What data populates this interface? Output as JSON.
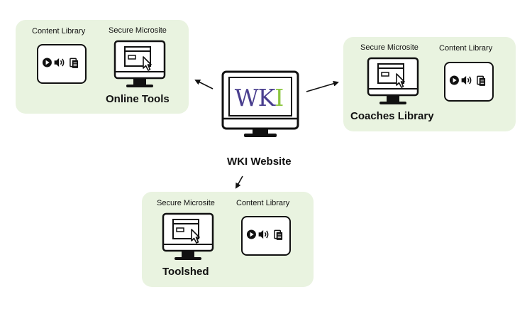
{
  "hub": {
    "logo_text": "WKI",
    "label": "WKI Website"
  },
  "groups": [
    {
      "title": "Online Tools",
      "content_library": "Content Library",
      "secure_microsite": "Secure Microsite"
    },
    {
      "title": "Coaches Library",
      "content_library": "Content Library",
      "secure_microsite": "Secure Microsite"
    },
    {
      "title": "Toolshed",
      "content_library": "Content Library",
      "secure_microsite": "Secure Microsite"
    }
  ],
  "colors": {
    "panel_bg": "#e9f3e0",
    "logo_purple": "#4a3f8f",
    "logo_green": "#8cc63f"
  }
}
